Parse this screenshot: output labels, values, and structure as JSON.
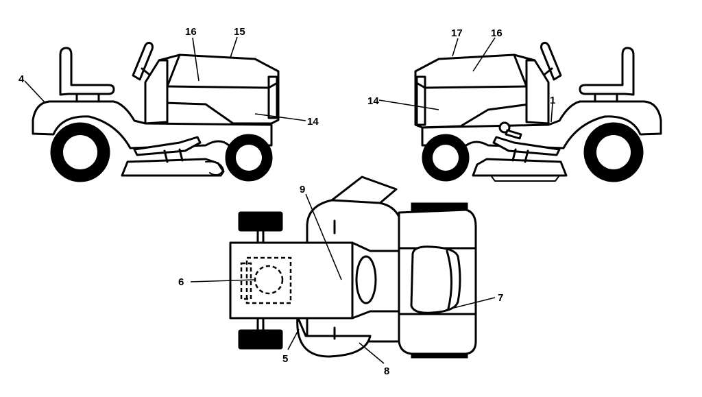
{
  "callouts": {
    "left_view": {
      "c4": "4",
      "c16": "16",
      "c15": "15",
      "c14": "14"
    },
    "right_view": {
      "c17": "17",
      "c16": "16",
      "c14": "14",
      "c1": "1"
    },
    "top_view": {
      "c9": "9",
      "c6": "6",
      "c7": "7",
      "c5": "5",
      "c8": "8"
    }
  },
  "colors": {
    "line": "#000000",
    "background": "#ffffff"
  }
}
